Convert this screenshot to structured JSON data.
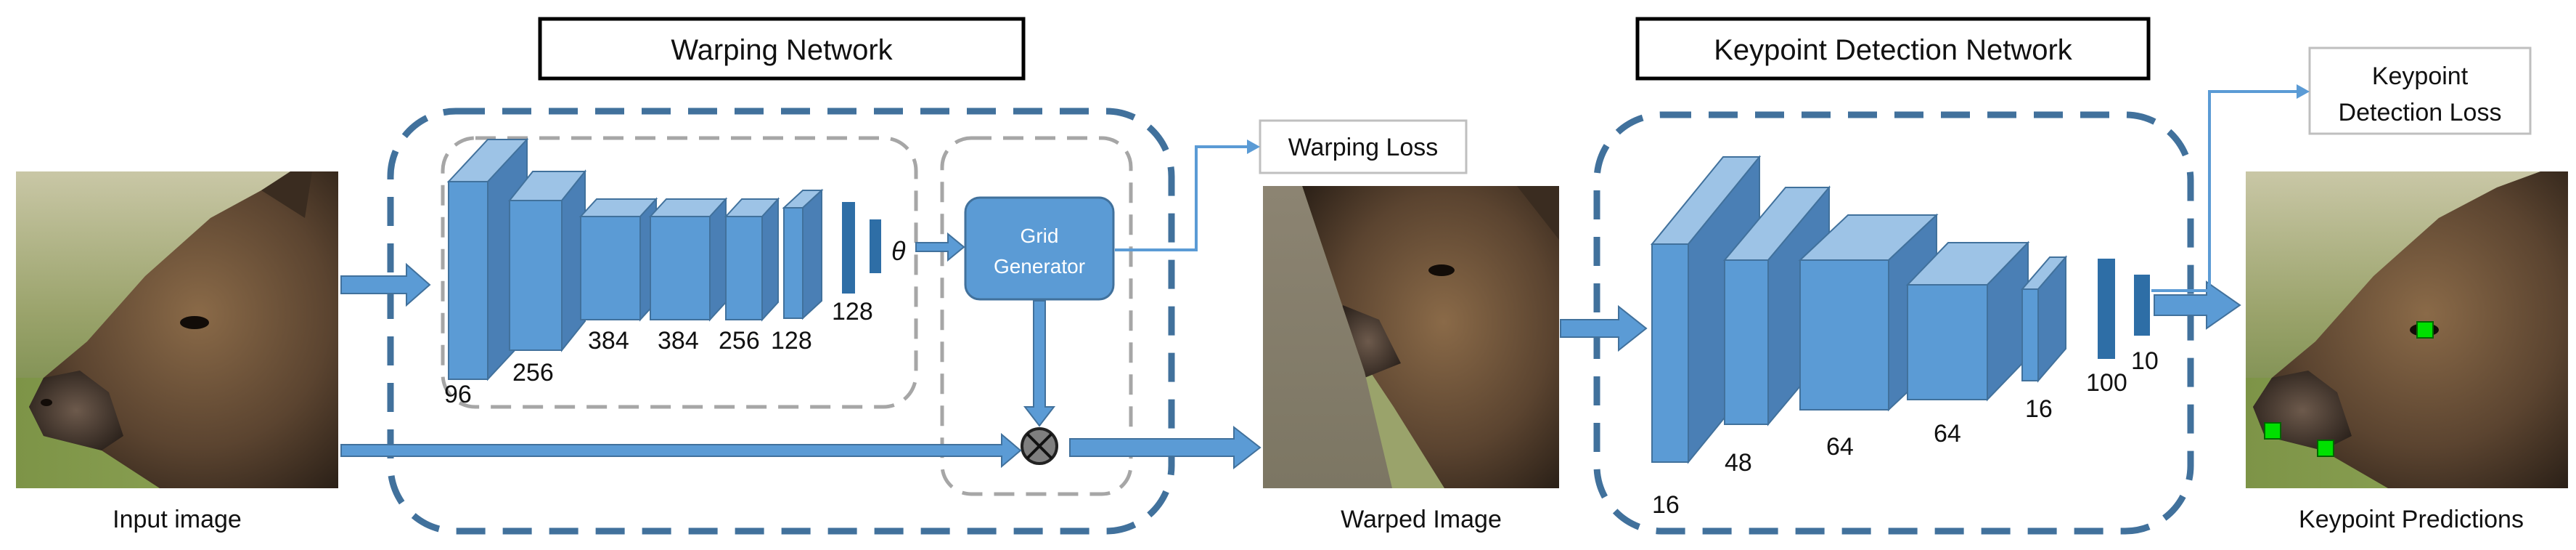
{
  "titles": {
    "warping_network": "Warping Network",
    "keypoint_network": "Keypoint Detection Network"
  },
  "losses": {
    "warping_loss": "Warping Loss",
    "keypoint_loss_line1": "Keypoint",
    "keypoint_loss_line2": "Detection Loss"
  },
  "captions": {
    "input_image": "Input image",
    "warped_image": "Warped Image",
    "keypoint_predictions": "Keypoint Predictions"
  },
  "grid_generator": {
    "line1": "Grid",
    "line2": "Generator"
  },
  "theta_symbol": "θ",
  "multiply_symbol": "⊗",
  "warping_layers": [
    "96",
    "256",
    "384",
    "384",
    "256",
    "128",
    "128"
  ],
  "keypoint_layers": [
    "16",
    "48",
    "64",
    "64",
    "16",
    "100",
    "10"
  ],
  "keypoint_marker_count": 3,
  "colors": {
    "block_front": "#5b9bd5",
    "block_top": "#9dc3e6",
    "block_side": "#4a7fb5",
    "bar": "#2e6ea6",
    "arrow": "#5b9bd5",
    "frame_dashed_blue": "#41719c",
    "frame_dashed_gray": "#a6a6a6",
    "keypoint_marker": "#00e000"
  }
}
